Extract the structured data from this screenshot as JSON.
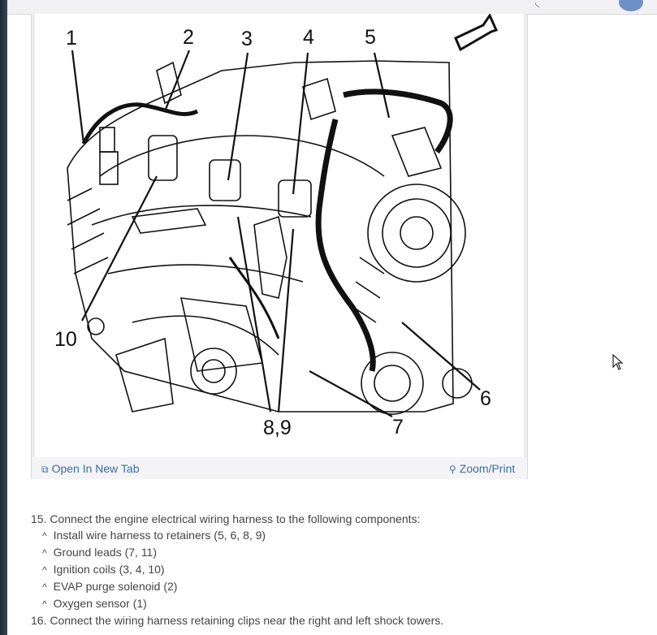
{
  "figure": {
    "callouts": [
      "1",
      "2",
      "3",
      "4",
      "5",
      "6",
      "7",
      "8,9",
      "10"
    ],
    "footer": {
      "open_tab_label": "Open In New Tab",
      "zoom_label": "Zoom/Print",
      "open_tab_icon": "open-tab-icon",
      "zoom_icon": "zoom-icon"
    }
  },
  "instructions": {
    "steps": [
      {
        "number": "15.",
        "text": "Connect the engine electrical wiring harness to the following components:",
        "bullets": [
          "Install wire harness to retainers (5, 6, 8, 9)",
          "Ground leads (7, 11)",
          "Ignition coils (3, 4, 10)",
          "EVAP purge solenoid (2)",
          "Oxygen sensor (1)"
        ]
      },
      {
        "number": "16.",
        "text": "Connect the wiring harness retaining clips near the right and left shock towers.",
        "bullets": []
      }
    ],
    "bullet_marker": "^"
  },
  "colors": {
    "link": "#3a6ea8",
    "text": "#444444",
    "card_bg": "#ececef"
  }
}
